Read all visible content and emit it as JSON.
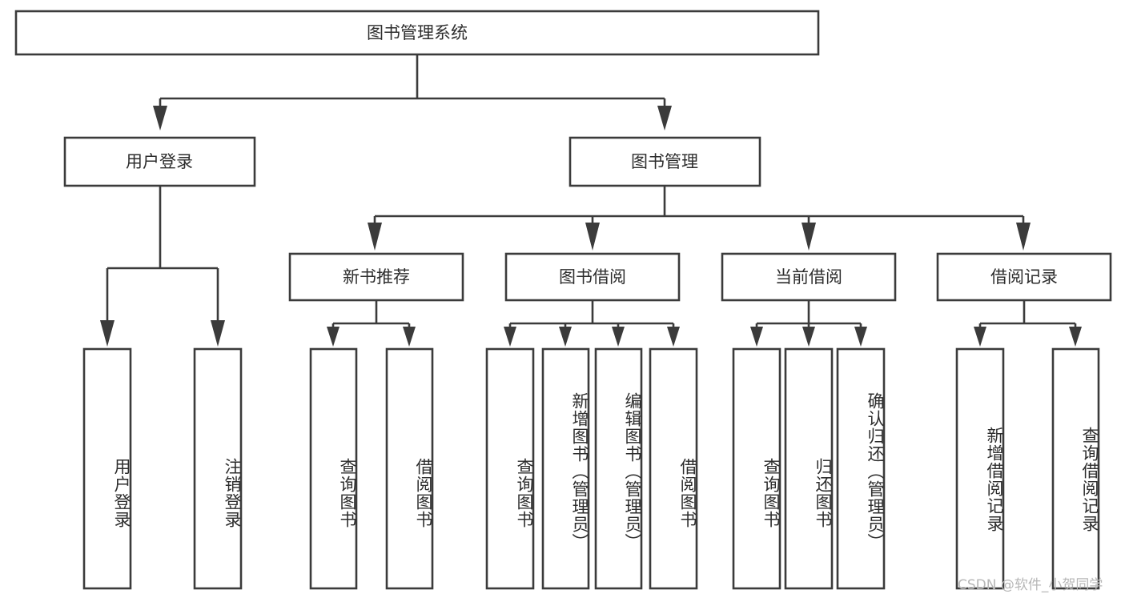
{
  "diagram": {
    "title": "图书管理系统",
    "root": {
      "id": "root",
      "label": "图书管理系统",
      "orientation": "horizontal"
    },
    "level1": [
      {
        "id": "user-login",
        "label": "用户登录",
        "orientation": "horizontal"
      },
      {
        "id": "book-manage",
        "label": "图书管理",
        "orientation": "horizontal"
      }
    ],
    "level2": [
      {
        "id": "new-book-recommend",
        "label": "新书推荐",
        "parent": "book-manage",
        "orientation": "horizontal"
      },
      {
        "id": "book-borrow",
        "label": "图书借阅",
        "parent": "book-manage",
        "orientation": "horizontal"
      },
      {
        "id": "current-borrow",
        "label": "当前借阅",
        "parent": "book-manage",
        "orientation": "horizontal"
      },
      {
        "id": "borrow-record",
        "label": "借阅记录",
        "parent": "book-manage",
        "orientation": "horizontal"
      }
    ],
    "leaves": [
      {
        "id": "leaf-user-login",
        "label": "用户登录",
        "parent": "user-login",
        "orientation": "vertical"
      },
      {
        "id": "leaf-user-logout",
        "label": "注销登录",
        "parent": "user-login",
        "orientation": "vertical"
      },
      {
        "id": "leaf-query-book-1",
        "label": "查询图书",
        "parent": "new-book-recommend",
        "orientation": "vertical"
      },
      {
        "id": "leaf-borrow-book-1",
        "label": "借阅图书",
        "parent": "new-book-recommend",
        "orientation": "vertical"
      },
      {
        "id": "leaf-query-book-2",
        "label": "查询图书",
        "parent": "book-borrow",
        "orientation": "vertical"
      },
      {
        "id": "leaf-add-book",
        "label": "新增图书（管理员）",
        "parent": "book-borrow",
        "orientation": "vertical"
      },
      {
        "id": "leaf-edit-book",
        "label": "编辑图书（管理员）",
        "parent": "book-borrow",
        "orientation": "vertical"
      },
      {
        "id": "leaf-borrow-book-2",
        "label": "借阅图书",
        "parent": "book-borrow",
        "orientation": "vertical"
      },
      {
        "id": "leaf-query-book-3",
        "label": "查询图书",
        "parent": "current-borrow",
        "orientation": "vertical"
      },
      {
        "id": "leaf-return-book",
        "label": "归还图书",
        "parent": "current-borrow",
        "orientation": "vertical"
      },
      {
        "id": "leaf-confirm-return",
        "label": "确认归还（管理员）",
        "parent": "current-borrow",
        "orientation": "vertical"
      },
      {
        "id": "leaf-add-record",
        "label": "新增借阅记录",
        "parent": "borrow-record",
        "orientation": "vertical"
      },
      {
        "id": "leaf-query-record",
        "label": "查询借阅记录",
        "parent": "borrow-record",
        "orientation": "vertical"
      }
    ],
    "colors": {
      "background": "#ffffff",
      "box_fill": "#ffffff",
      "box_stroke": "#3b3b3b",
      "text": "#2d2d2d",
      "watermark": "#b7b7b7"
    }
  },
  "watermark": {
    "text": "CSDN @软件_小贺同学"
  }
}
